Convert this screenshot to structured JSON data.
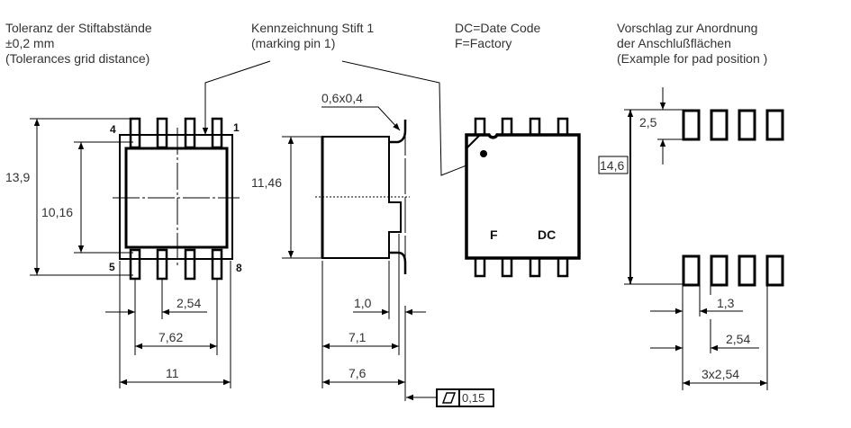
{
  "notes": {
    "tolerance": [
      "Toleranz der Stiftabstände",
      "±0,2 mm",
      "(Tolerances grid distance)"
    ],
    "marking": [
      "Kennzeichnung Stift 1",
      "(marking pin 1)"
    ],
    "codes": [
      "DC=Date Code",
      "F=Factory"
    ],
    "pads": [
      "Vorschlag zur Anordnung",
      "der Anschlußflächen",
      "(Example for pad position )"
    ]
  },
  "front_view": {
    "pin_labels": [
      "4",
      "1",
      "5",
      "8"
    ],
    "dims": {
      "overall_height": "13,9",
      "body_height": "10,16",
      "pitch": "2,54",
      "row_span": "7,62",
      "overall_width": "11"
    }
  },
  "side_view": {
    "dims": {
      "chamfer": "0,6x0,4",
      "height": "11,46",
      "lead": "1,0",
      "body": "7,1",
      "overall": "7,6"
    },
    "flatness": {
      "symbol": "flatness-icon",
      "value": "0,15"
    }
  },
  "top_view": {
    "factory": "F",
    "date_code": "DC"
  },
  "pad_layout": {
    "dims": {
      "pad_length": "2,5",
      "span": "14,6",
      "pad_width": "1,3",
      "pitch": "2,54",
      "total_pitch": "3x2,54"
    }
  }
}
